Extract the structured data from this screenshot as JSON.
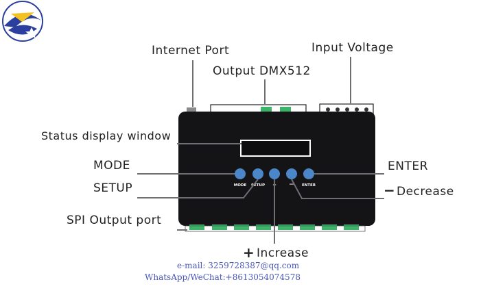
{
  "labels": {
    "internet_port": "Internet Port",
    "input_voltage": "Input Voltage",
    "output_dmx512": "Output DMX512",
    "status_display_window": "Status display window",
    "mode": "MODE",
    "setup": "SETUP",
    "spi_output_port": "SPI Output port",
    "enter": "ENTER",
    "decrease": "Decrease",
    "decrease_symbol": "−",
    "increase": "Increase",
    "increase_symbol": "+"
  },
  "button_labels": {
    "mode": "MODE",
    "setup": "SETUP",
    "plus": "+",
    "minus": "—",
    "enter": "ENTER"
  },
  "contact": {
    "email": "e-mail: 3259728387@qq.com",
    "whatsapp": "WhatsApp/WeChat:+8613054074578"
  },
  "colors": {
    "device_body": "#141417",
    "button": "#4a86c8",
    "connector": "#3bb46a",
    "leader_line": "#6e6e73",
    "logo_blue": "#2b3f9e"
  }
}
